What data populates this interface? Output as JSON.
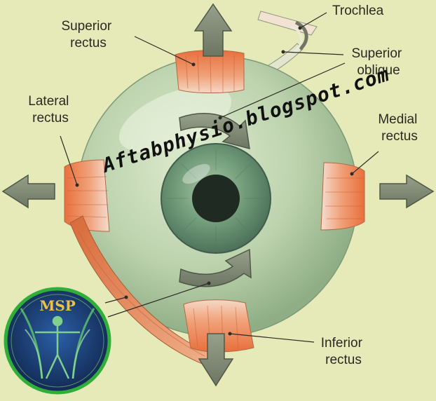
{
  "labels": {
    "trochlea": "Trochlea",
    "superior_rectus": [
      "Superior",
      "rectus"
    ],
    "superior_oblique": [
      "Superior",
      "oblique"
    ],
    "lateral_rectus": [
      "Lateral",
      "rectus"
    ],
    "medial_rectus": [
      "Medial",
      "rectus"
    ],
    "inferior_rectus": [
      "Inferior",
      "rectus"
    ]
  },
  "watermark": "Aftabphysio.blogspot.com",
  "logo": {
    "text": "MSP"
  },
  "colors": {
    "background": "#e6eab8",
    "eyeball": "#bcd2ad",
    "iris": "#6f9a78",
    "pupil": "#1f2a22",
    "muscle": "#e07a48",
    "arrow": "#7d8772",
    "logo_ring": "#2fae3a",
    "logo_bg": "#173a6e"
  },
  "icons": {
    "arrow_up": "arrow-up-icon",
    "arrow_down": "arrow-down-icon",
    "arrow_left": "arrow-left-icon",
    "arrow_right": "arrow-right-icon",
    "rotation_top": "curved-arrow-clockwise-icon",
    "rotation_bottom": "curved-arrow-counterclockwise-icon"
  }
}
